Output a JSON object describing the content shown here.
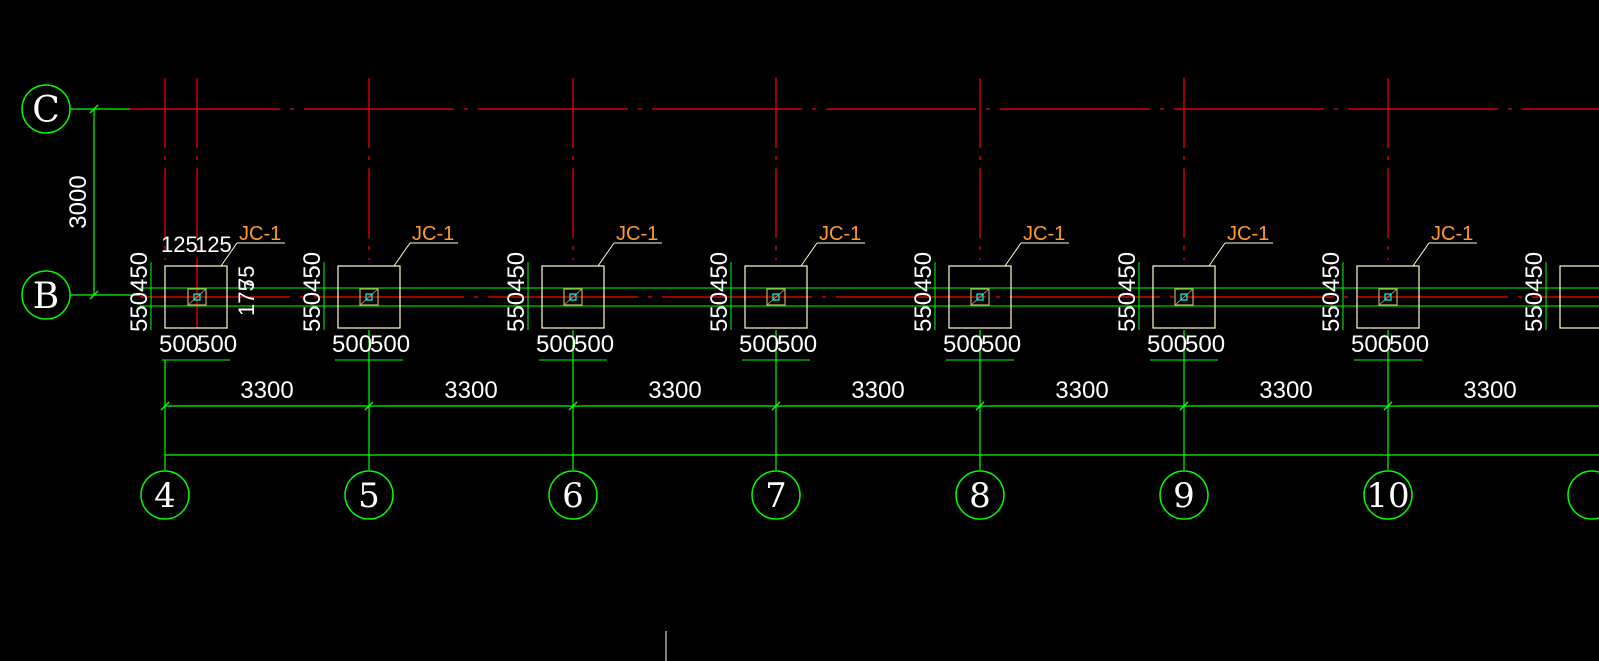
{
  "drawing": {
    "row_axes": [
      {
        "label": "C"
      },
      {
        "label": "B"
      }
    ],
    "row_spacing_dim": "3000",
    "column_axes": [
      "4",
      "5",
      "6",
      "7",
      "8",
      "9",
      "10"
    ],
    "bay_dim": "3300",
    "footing_label": "JC-1",
    "footing_width_dims": [
      "500",
      "500"
    ],
    "footing_depth_dims": [
      "550",
      "450"
    ],
    "column_offset_dims": [
      "125",
      "125"
    ],
    "column_side_dims": [
      "175",
      "75"
    ],
    "colors": {
      "background": "#000000",
      "axis_line": "#ff0000",
      "dimension": "#00ff00",
      "footing": "#ffffcc",
      "label": "#ff9933",
      "column_hatch": "#ccaa66",
      "column_core": "#00ffff"
    }
  }
}
